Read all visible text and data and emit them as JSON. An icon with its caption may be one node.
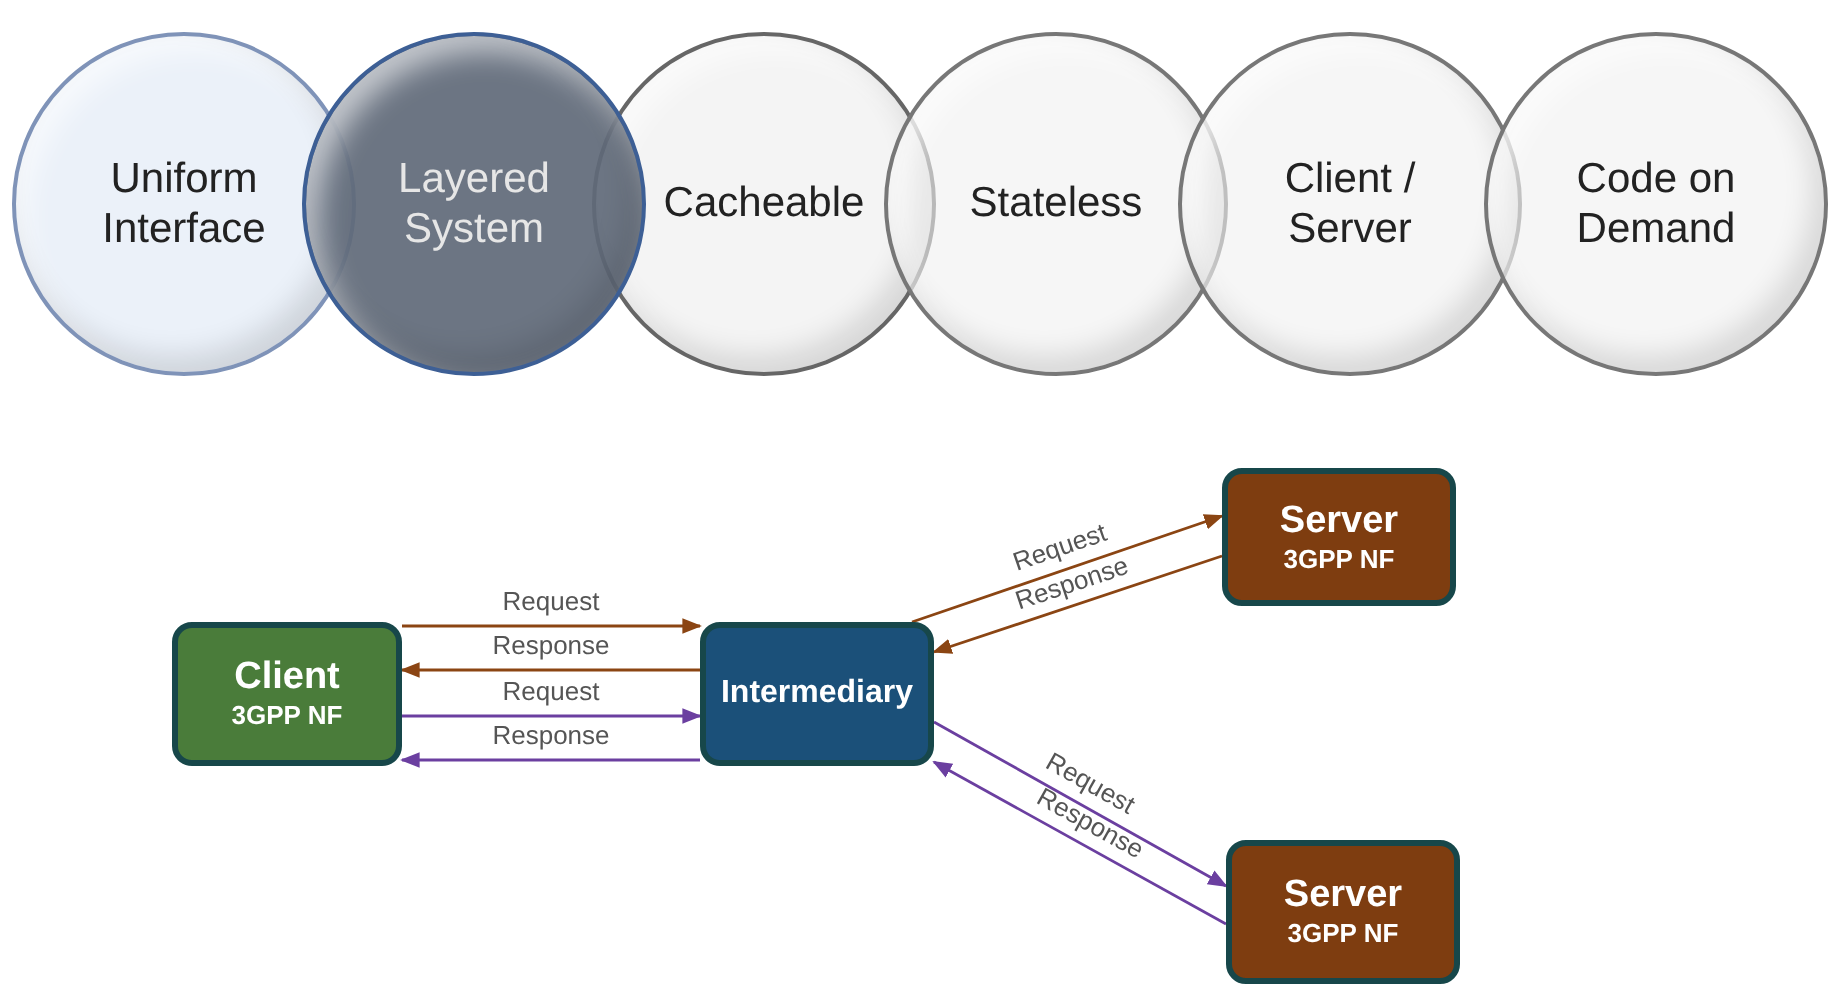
{
  "diagram": {
    "nodes": [
      {
        "text": [
          "Uniform Interface"
        ]
      },
      {
        "text": [
          "Layered System"
        ]
      },
      {
        "text": [
          "Cacheable"
        ]
      },
      {
        "text": [
          "Stateless"
        ]
      },
      {
        "text": [
          "Client / Server"
        ]
      },
      {
        "text": [
          "Code on Demand"
        ]
      },
      {
        "text": [
          "Client",
          "3GPP NF"
        ]
      },
      {
        "text": [
          "Intermediary"
        ]
      },
      {
        "text": [
          "Server",
          "3GPP NF"
        ]
      },
      {
        "text": [
          "Server",
          "3GPP NF"
        ]
      }
    ],
    "edges": [
      {
        "from": 6,
        "to": 7,
        "arrow": "to",
        "label": "Request",
        "color": "#8b4513"
      },
      {
        "from": 7,
        "to": 6,
        "arrow": "to",
        "label": "Response",
        "color": "#8b4513"
      },
      {
        "from": 6,
        "to": 7,
        "arrow": "to",
        "label": "Request",
        "color": "#6b3fa0"
      },
      {
        "from": 7,
        "to": 6,
        "arrow": "to",
        "label": "Response",
        "color": "#6b3fa0"
      },
      {
        "from": 7,
        "to": 8,
        "arrow": "to",
        "label": "Request",
        "color": "#8b4513"
      },
      {
        "from": 8,
        "to": 7,
        "arrow": "to",
        "label": "Response",
        "color": "#8b4513"
      },
      {
        "from": 7,
        "to": 9,
        "arrow": "to",
        "label": "Request",
        "color": "#6b3fa0"
      },
      {
        "from": 9,
        "to": 7,
        "arrow": "to",
        "label": "Response",
        "color": "#6b3fa0"
      }
    ]
  }
}
